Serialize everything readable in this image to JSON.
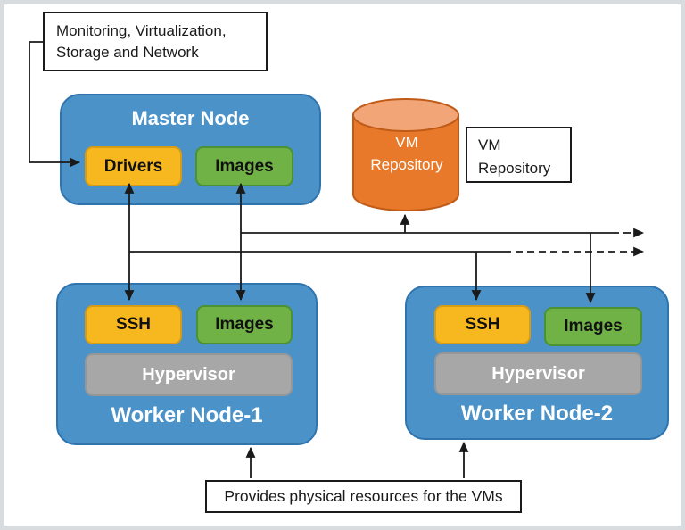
{
  "annotations": {
    "monitoring_label": "Monitoring, Virtualization,\nStorage and Network",
    "vm_repository_side_label": "VM\nRepository",
    "provides_label": "Provides physical resources for the VMs"
  },
  "master_node": {
    "title": "Master Node",
    "drivers_label": "Drivers",
    "images_label": "Images"
  },
  "vm_repository": {
    "label": "VM\nRepository"
  },
  "worker_nodes": [
    {
      "title": "Worker Node-1",
      "ssh_label": "SSH",
      "images_label": "Images",
      "hypervisor_label": "Hypervisor"
    },
    {
      "title": "Worker Node-2",
      "ssh_label": "SSH",
      "images_label": "Images",
      "hypervisor_label": "Hypervisor"
    }
  ],
  "colors": {
    "node_blue": "#4A92C8",
    "node_blue_border": "#2F74AE",
    "accent_yellow": "#F6B71F",
    "accent_green": "#71B246",
    "hypervisor_gray": "#A7A7A7",
    "repository_orange": "#E8792A",
    "repository_orange_top": "#F2A678",
    "connector_black": "#1A1A1A",
    "frame_gray": "#D9DCDE"
  }
}
